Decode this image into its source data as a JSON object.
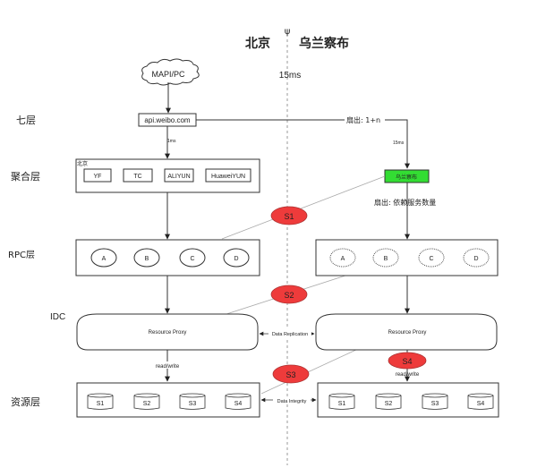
{
  "header": {
    "left_region": "北京",
    "right_region": "乌兰察布",
    "latency": "15ms",
    "divider_icon": "trident-icon"
  },
  "layers": {
    "l7": "七层",
    "aggregation": "聚合层",
    "rpc": "RPC层",
    "idc": "IDC",
    "resource": "资源层"
  },
  "entry": {
    "client": "MAPI/PC",
    "gateway": "api.weibo.com",
    "gateway_latency": "1ms"
  },
  "fanout": {
    "label": "扇出: 1+n",
    "latency": "15ms",
    "deps_label": "扇出: 依赖服务数量"
  },
  "aggregation_left": {
    "group_label": "北京",
    "items": [
      "YF",
      "TC",
      "ALIYUN",
      "HuaweiYUN"
    ]
  },
  "aggregation_right": {
    "label": "乌兰察布",
    "color": "#33dd33"
  },
  "rpc_left": {
    "items": [
      "A",
      "B",
      "C",
      "D"
    ]
  },
  "rpc_right": {
    "items": [
      "A",
      "B",
      "C",
      "D"
    ]
  },
  "proxy": {
    "left": "Resource Proxy",
    "right": "Resource Proxy",
    "replication": "Data Replication",
    "read_write_left": "read/write",
    "read_write_right": "read/write"
  },
  "storage_left": {
    "items": [
      "S1",
      "S2",
      "S3",
      "S4"
    ]
  },
  "storage_right": {
    "items": [
      "S1",
      "S2",
      "S3",
      "S4"
    ]
  },
  "storage_link": "Data Integrity",
  "scenarios": {
    "color": "#ee3b3b",
    "items": [
      "S1",
      "S2",
      "S3",
      "S4"
    ]
  }
}
